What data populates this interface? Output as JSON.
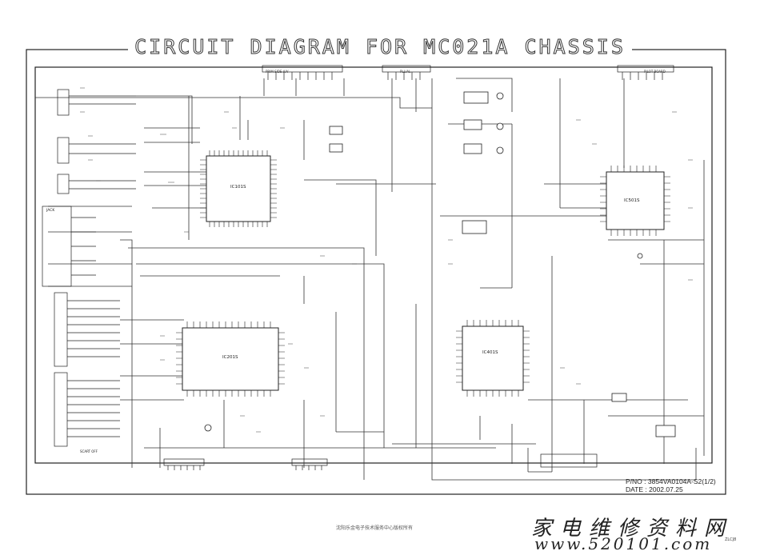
{
  "title": "CIRCUIT DIAGRAM FOR MC021A CHASSIS",
  "part_number": "P/NO : 3854VA0104A-S2(1/2)",
  "date": "DATE : 2002.07.25",
  "watermark": {
    "chinese": "家电维修资料网",
    "url": "www.520101.com",
    "small": "ZLCJ8"
  },
  "footer_note": "沈阳乐金电子技术服务中心版权所有",
  "ic_labels": {
    "ic101": "IC101S",
    "ic201": "IC201S",
    "ic401": "IC401S",
    "ic501": "IC501S"
  },
  "connector_labels": {
    "main_scart": "PRIM SIDE A/V",
    "pll": "PLL/AL",
    "pilot_board": "PILOT BOARD",
    "jack": "JACK",
    "scart_left": "SCART OFF"
  }
}
